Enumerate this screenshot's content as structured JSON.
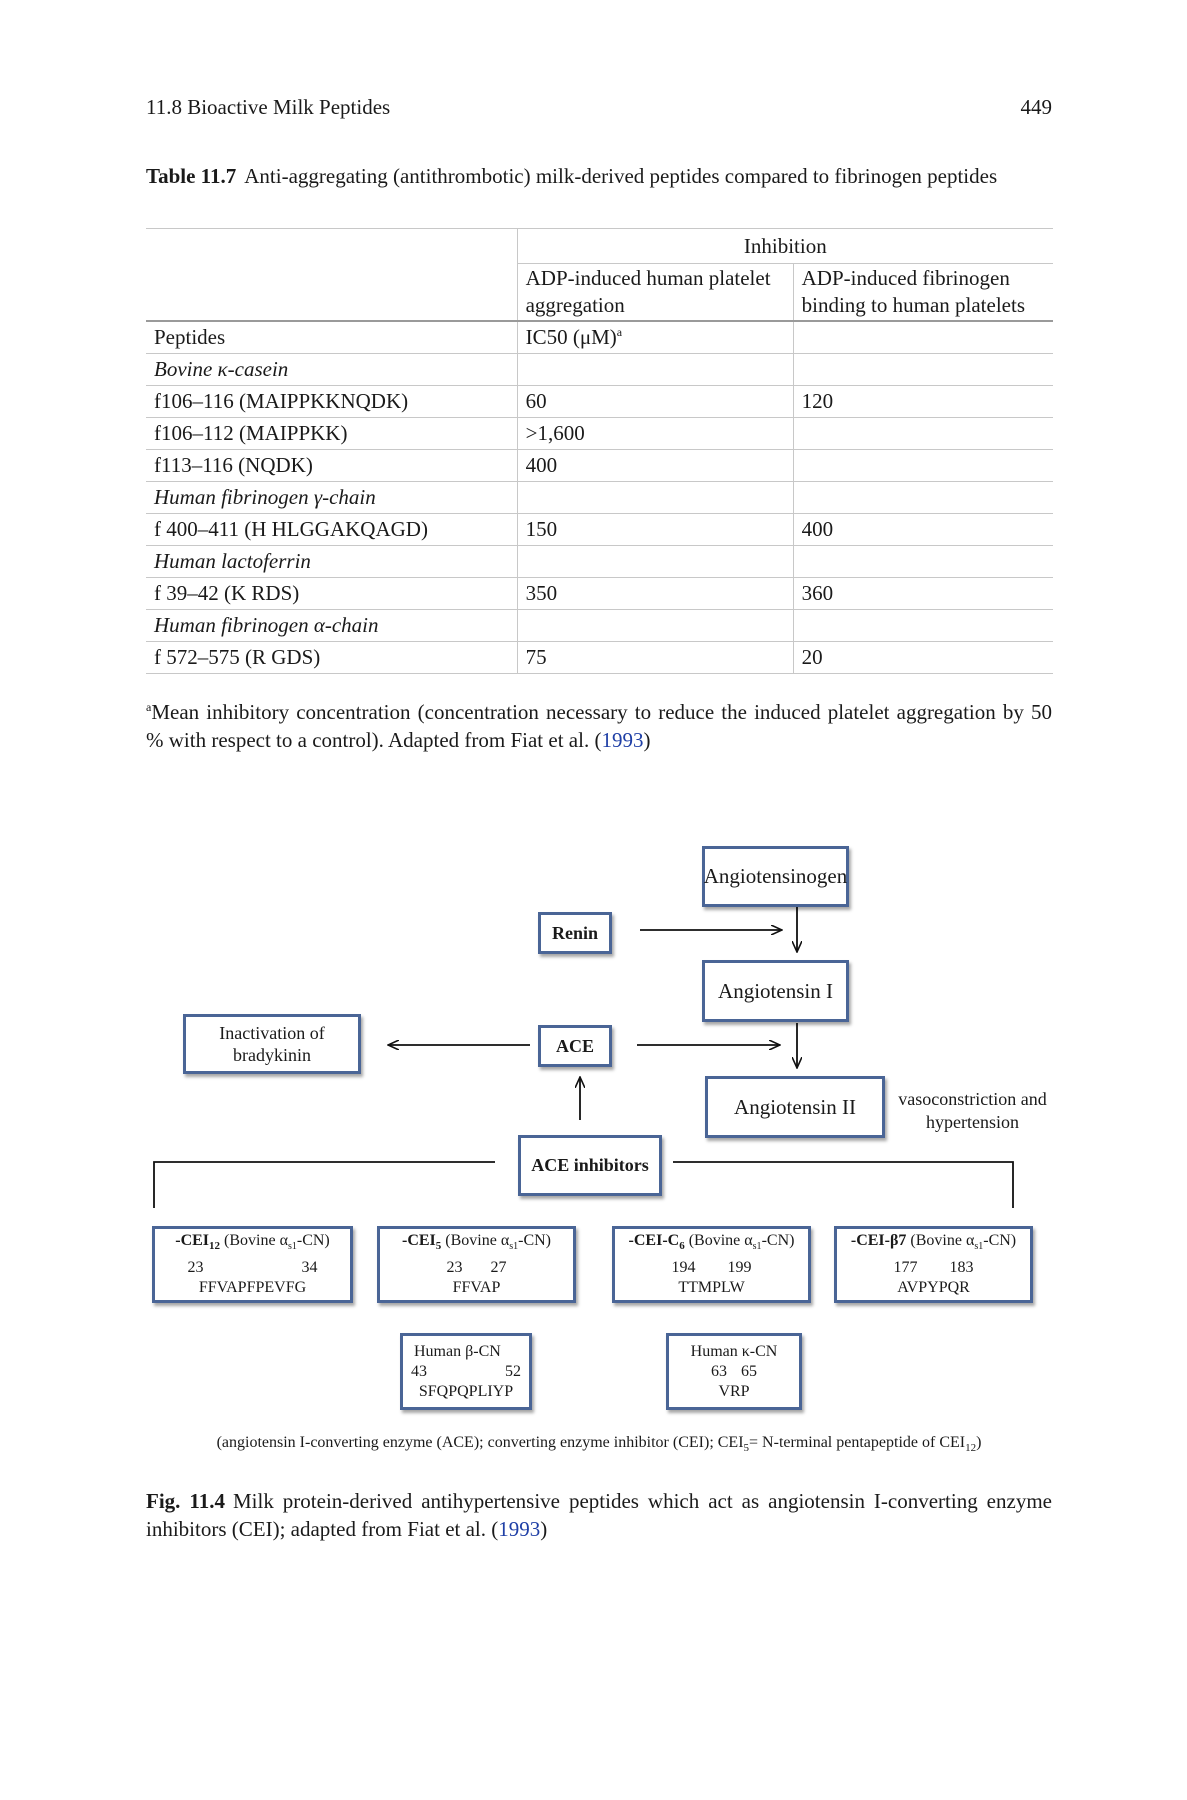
{
  "header": {
    "section": "11.8   Bioactive Milk Peptides",
    "page": "449"
  },
  "table": {
    "caption_label": "Table 11.7",
    "caption_text": "Anti-aggregating (antithrombotic) milk-derived peptides compared to fibrinogen peptides",
    "group_header": "Inhibition",
    "col2_header": "ADP-induced human platelet aggregation",
    "col3_header": "ADP-induced fibrinogen binding to human platelets",
    "row_label_header": "Peptides",
    "unit_header": "IC50 (μM)",
    "unit_sup": "a",
    "rows": [
      {
        "label": "Bovine κ-casein",
        "italic": true,
        "v1": "",
        "v2": ""
      },
      {
        "label": "f106–116 (MAIPPKKNQDK)",
        "italic": false,
        "v1": "60",
        "v2": "120"
      },
      {
        "label": "f106–112 (MAIPPKK)",
        "italic": false,
        "v1": ">1,600",
        "v2": ""
      },
      {
        "label": "f113–116 (NQDK)",
        "italic": false,
        "v1": "400",
        "v2": ""
      },
      {
        "label": "Human fibrinogen γ-chain",
        "italic": true,
        "v1": "",
        "v2": ""
      },
      {
        "label": "f 400–411 (H HLGGAKQAGD)",
        "italic": false,
        "v1": "150",
        "v2": "400"
      },
      {
        "label": "Human lactoferrin",
        "italic": true,
        "v1": "",
        "v2": ""
      },
      {
        "label": "f 39–42 (K RDS)",
        "italic": false,
        "v1": "350",
        "v2": "360"
      },
      {
        "label": "Human fibrinogen α-chain",
        "italic": true,
        "v1": "",
        "v2": ""
      },
      {
        "label": "f 572–575 (R GDS)",
        "italic": false,
        "v1": "75",
        "v2": "20"
      }
    ],
    "footnote_sup": "a",
    "footnote_text": "Mean inhibitory concentration (concentration necessary to reduce the induced platelet aggregation by 50 % with respect to a control). Adapted from Fiat et al. (",
    "footnote_ref": "1993",
    "footnote_end": ")"
  },
  "figure": {
    "angiotensinogen": "Angiotensinogen",
    "renin": "Renin",
    "angiotensin1": "Angiotensin I",
    "ace": "ACE",
    "inactivation": "Inactivation of bradykinin",
    "angiotensin2": "Angiotensin II",
    "vaso": "vasoconstriction and hypertension",
    "ace_inhibitors": "ACE inhibitors",
    "peptides": [
      {
        "name": "-CEI",
        "sub": "12",
        "source": " (Bovine α",
        "src_sub": "s1",
        "source_end": "-CN)",
        "start": "23",
        "end": "34",
        "seq": "FFVAPFPEVFG"
      },
      {
        "name": "-CEI",
        "sub": "5",
        "source": " (Bovine α",
        "src_sub": "s1",
        "source_end": "-CN)",
        "start": "23",
        "end": "27",
        "seq": "FFVAP"
      },
      {
        "name": "-CEI-C",
        "sub": "6",
        "source": " (Bovine α",
        "src_sub": "s1",
        "source_end": "-CN)",
        "start": "194",
        "end": "199",
        "seq": "TTMPLW"
      },
      {
        "name": "-CEI-β7",
        "sub": "",
        "source": " (Bovine α",
        "src_sub": "s1",
        "source_end": "-CN)",
        "start": "177",
        "end": "183",
        "seq": "AVPYPQR"
      }
    ],
    "human_beta": {
      "title": "Human β-CN",
      "start": "43",
      "end": "52",
      "seq": "SFQPQPLIYP"
    },
    "human_kappa": {
      "title": "Human κ-CN",
      "start": "63",
      "end": "65",
      "seq": "VRP"
    },
    "note": "(angiotensin I-converting enzyme (ACE); converting enzyme inhibitor (CEI); CEI",
    "note_sub1": "5",
    "note_mid": "= N-terminal pentapeptide of CEI",
    "note_sub2": "12",
    "note_end": ")",
    "caption_label": "Fig. 11.4",
    "caption_text": "Milk protein-derived antihypertensive peptides which act as angiotensin I-converting enzyme inhibitors (CEI); adapted from Fiat et al. (",
    "caption_ref": "1993",
    "caption_end": ")"
  }
}
